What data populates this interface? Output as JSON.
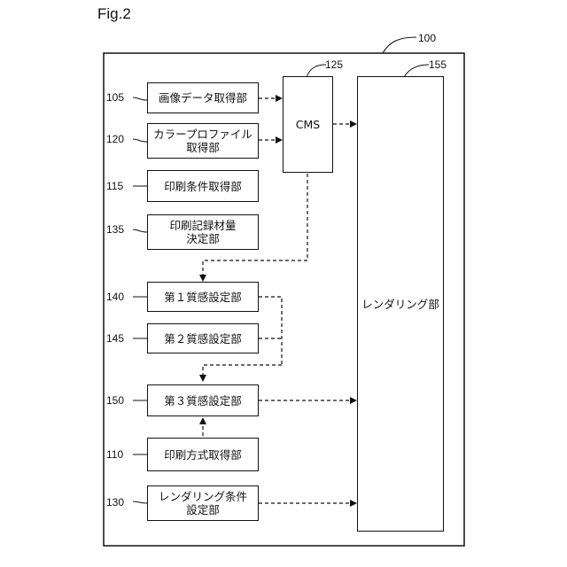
{
  "figure_label": "Fig.2",
  "outer_ref": "100",
  "blocks": {
    "image_data": {
      "ref": "105",
      "lines": [
        "画像データ取得部"
      ]
    },
    "color_profile": {
      "ref": "120",
      "lines": [
        "カラープロファイル",
        "取得部"
      ]
    },
    "print_condition": {
      "ref": "115",
      "lines": [
        "印刷条件取得部"
      ]
    },
    "material_amount": {
      "ref": "135",
      "lines": [
        "印刷記録材量",
        "決定部"
      ]
    },
    "qs1": {
      "ref": "140",
      "lines": [
        "第１質感設定部"
      ]
    },
    "qs2": {
      "ref": "145",
      "lines": [
        "第２質感設定部"
      ]
    },
    "qs3": {
      "ref": "150",
      "lines": [
        "第３質感設定部"
      ]
    },
    "print_method": {
      "ref": "110",
      "lines": [
        "印刷方式取得部"
      ]
    },
    "render_condition": {
      "ref": "130",
      "lines": [
        "レンダリング条件",
        "設定部"
      ]
    },
    "cms": {
      "ref": "125",
      "lines": [
        "CMS"
      ]
    },
    "rendering": {
      "ref": "155",
      "lines": [
        "レンダリング部"
      ]
    }
  }
}
